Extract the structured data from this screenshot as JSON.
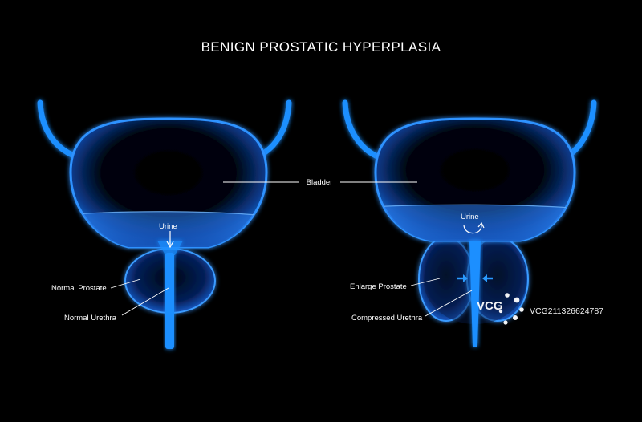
{
  "title": "BENIGN PROSTATIC HYPERPLASIA",
  "labels": {
    "bladder": "Bladder",
    "urine_left": "Urine",
    "urine_right": "Urine",
    "normal_prostate": "Normal Prostate",
    "normal_urethra": "Normal Urethra",
    "enlarge_prostate": "Enlarge Prostate",
    "compressed_urethra": "Compressed Urethra"
  },
  "watermark": {
    "logo": "VCG",
    "code": "VCG211326624787"
  },
  "colors": {
    "background": "#000000",
    "organ_glow": "#1f8fff",
    "organ_core": "#000814",
    "text": "#ffffff"
  }
}
